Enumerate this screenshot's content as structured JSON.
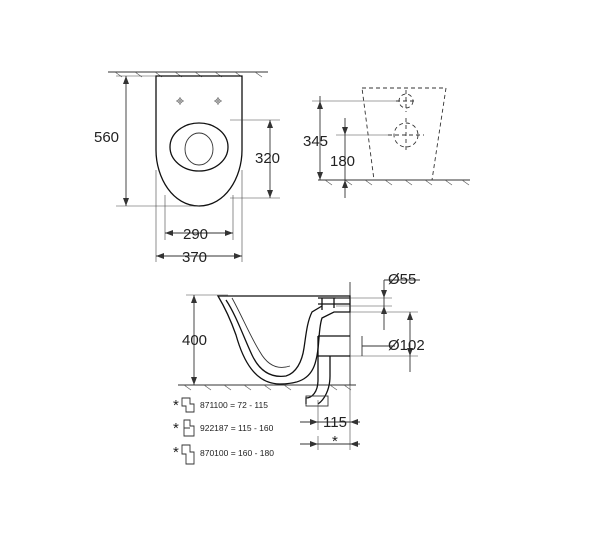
{
  "top_view": {
    "height_label": "560",
    "seat_label": "320",
    "inner_width_label": "290",
    "outer_width_label": "370"
  },
  "side_view": {
    "upper_label": "345",
    "lower_label": "180"
  },
  "section_view": {
    "height_label": "400",
    "inlet_label": "Ø55",
    "outlet_label": "Ø102",
    "offset_label": "115",
    "asterisk_label": "*"
  },
  "fittings": [
    {
      "marker": "*",
      "text": "871100 = 72 - 115"
    },
    {
      "marker": "*",
      "text": "922187 = 115 - 160"
    },
    {
      "marker": "*",
      "text": "870100 = 160 - 180"
    }
  ]
}
